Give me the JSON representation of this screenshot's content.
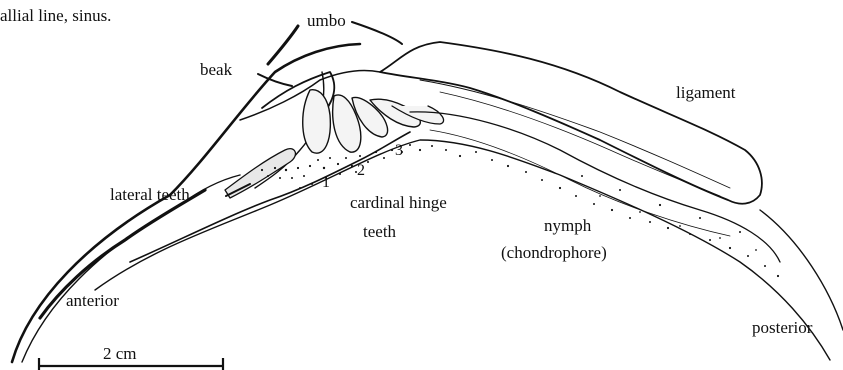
{
  "caption_fragment": "allial line, sinus.",
  "labels": {
    "umbo": "umbo",
    "beak": "beak",
    "ligament": "ligament",
    "lateral_teeth": "lateral teeth",
    "tooth_1": "1",
    "tooth_2": "2",
    "tooth_3": "3",
    "cardinal_line1": "cardinal hinge",
    "cardinal_line2": "teeth",
    "nymph_line1": "nymph",
    "nymph_line2": "(chondrophore)",
    "anterior": "anterior",
    "posterior": "posterior"
  },
  "scale_bar": {
    "label": "2 cm"
  },
  "colors": {
    "ink": "#111111",
    "paper": "#ffffff"
  }
}
